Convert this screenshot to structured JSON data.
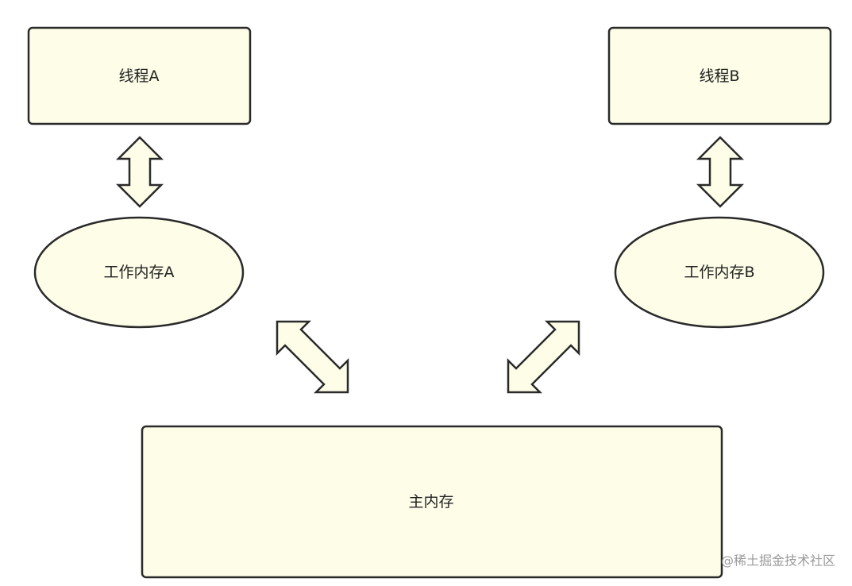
{
  "nodes": {
    "thread_a": "线程A",
    "thread_b": "线程B",
    "work_mem_a": "工作内存A",
    "work_mem_b": "工作内存B",
    "main_mem": "主内存"
  },
  "edges": [
    {
      "from": "线程A",
      "to": "工作内存A",
      "type": "bidirectional"
    },
    {
      "from": "线程B",
      "to": "工作内存B",
      "type": "bidirectional"
    },
    {
      "from": "工作内存A",
      "to": "主内存",
      "type": "bidirectional"
    },
    {
      "from": "工作内存B",
      "to": "主内存",
      "type": "bidirectional"
    }
  ],
  "colors": {
    "fill": "#fdfde8",
    "stroke": "#2a2a2a"
  },
  "watermark": "@稀土掘金技术社区"
}
